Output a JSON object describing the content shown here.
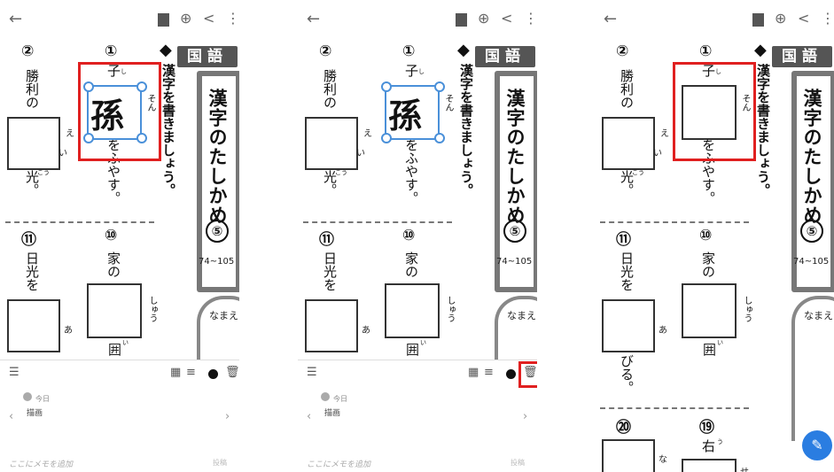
{
  "icons": {
    "back": "←",
    "zoom": "⊕",
    "share": "<",
    "more": "⋮"
  },
  "worksheet": {
    "q2": "②",
    "q1": "①",
    "q11": "⑪",
    "q10": "⑩",
    "q20": "⑳",
    "q19": "⑲",
    "shori": "勝利の",
    "hikari": "光。",
    "kou": "こう",
    "e": "え",
    "i": "い",
    "ko": "子",
    "shi": "し",
    "son": "そん",
    "wofuyasu": "をふやす。",
    "instruction": "漢字を書きましょう。",
    "subject": "国語",
    "title": "漢字のたしかめ",
    "circle_num": "⑤",
    "pages": "74~105",
    "namae": "なまえ",
    "nikkou": "日光を",
    "a": "あ",
    "bi": "び",
    "biru": "びる。",
    "ie": "家の",
    "shuu": "しゅう",
    "kakoi": "囲",
    "kakoi_ruby": "い",
    "migi": "右",
    "u": "う",
    "na": "な",
    "se": "せ",
    "handwritten": "孫"
  },
  "panel": {
    "date": "今日",
    "label": "描画",
    "memo_placeholder": "ここにメモを追加",
    "post": "投稿",
    "prev": "‹",
    "next": "›",
    "list_icon": "☰",
    "trash_icon": "🗑"
  }
}
